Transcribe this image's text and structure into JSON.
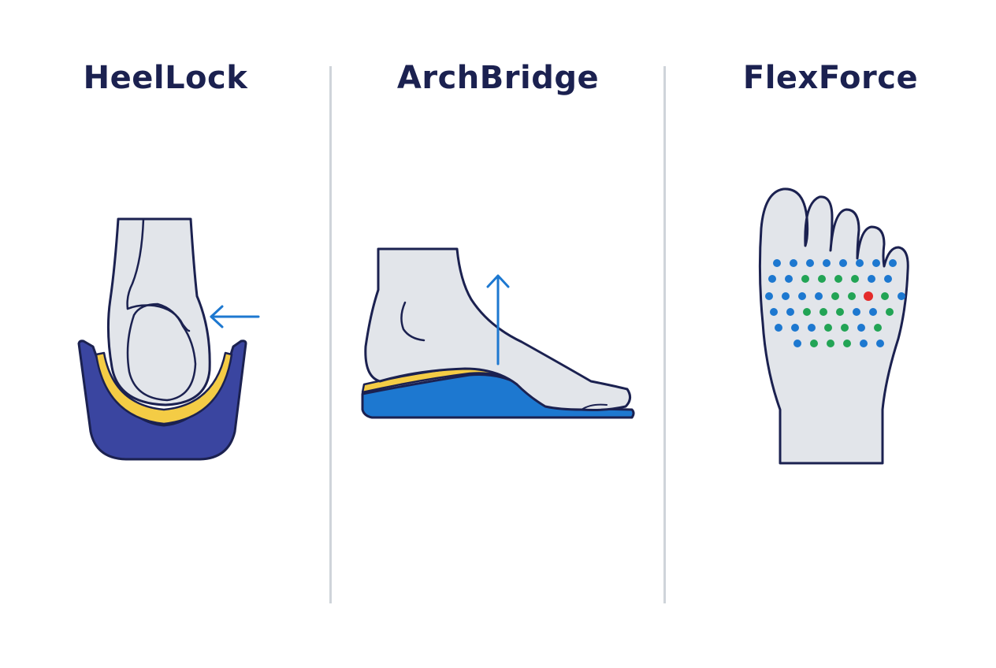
{
  "panels": [
    {
      "title": "HeelLock"
    },
    {
      "title": "ArchBridge"
    },
    {
      "title": "FlexForce"
    }
  ],
  "colors": {
    "outline": "#1b2150",
    "skin": "#e2e5ea",
    "heel_cup": "#3a45a0",
    "insole": "#1d78d0",
    "cushion": "#f4cc45",
    "arrow": "#1d78d0",
    "dot_blue": "#1d78d0",
    "dot_green": "#22a455",
    "dot_red": "#e42b2b",
    "divider": "#cfd4da"
  }
}
